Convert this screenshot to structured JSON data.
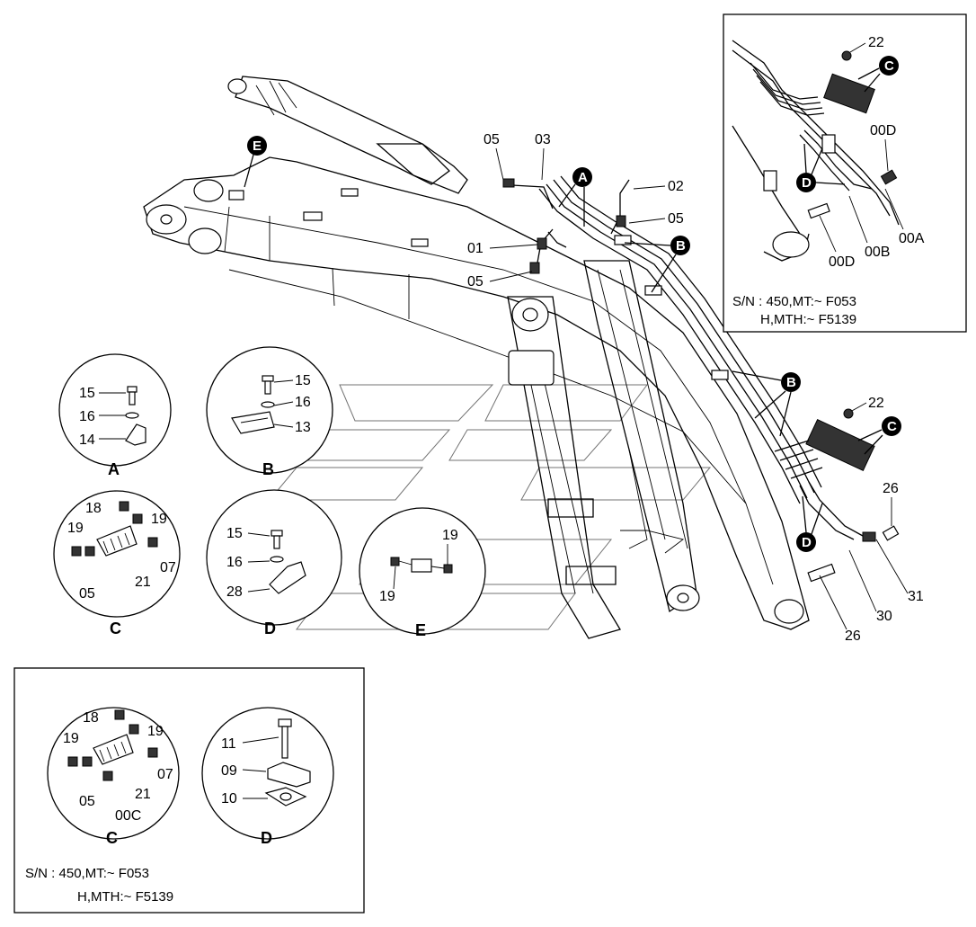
{
  "callouts": {
    "top": {
      "c05a": "05",
      "c03": "03",
      "c02": "02",
      "c05b": "05",
      "c01": "01",
      "c05c": "05",
      "A": "A",
      "B": "B",
      "E": "E"
    },
    "mid": {
      "B": "B",
      "c22": "22",
      "C": "C",
      "D": "D",
      "c26a": "26",
      "c26b": "26",
      "c30": "30",
      "c31": "31"
    },
    "inset_top": {
      "c22": "22",
      "C": "C",
      "c00D_a": "00D",
      "D": "D",
      "c00D_b": "00D",
      "c00B": "00B",
      "c00A": "00A",
      "sn_line1": "S/N :  450,MT:~ F053",
      "sn_line2": "H,MTH:~ F5139"
    }
  },
  "details": {
    "A": {
      "title": "A",
      "p15": "15",
      "p16": "16",
      "p14": "14"
    },
    "B": {
      "title": "B",
      "p15": "15",
      "p16": "16",
      "p13": "13"
    },
    "C": {
      "title": "C",
      "p18": "18",
      "p19a": "19",
      "p19b": "19",
      "p07": "07",
      "p05": "05",
      "p21": "21"
    },
    "D": {
      "title": "D",
      "p15": "15",
      "p16": "16",
      "p28": "28"
    },
    "E": {
      "title": "E",
      "p19a": "19",
      "p19b": "19"
    }
  },
  "inset_bottom": {
    "C": {
      "title": "C",
      "p18": "18",
      "p19a": "19",
      "p19b": "19",
      "p07": "07",
      "p05": "05",
      "p21": "21",
      "p00C": "00C"
    },
    "D": {
      "title": "D",
      "p11": "11",
      "p09": "09",
      "p10": "10"
    },
    "sn_line1": "S/N :  450,MT:~ F053",
    "sn_line2": "H,MTH:~ F5139"
  }
}
